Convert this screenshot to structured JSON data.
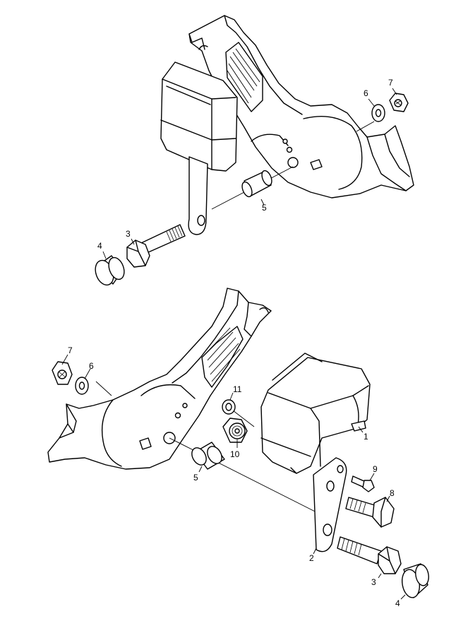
{
  "diagram": {
    "upper_assembly": {
      "callouts": [
        {
          "id": "u7",
          "label": "7"
        },
        {
          "id": "u6",
          "label": "6"
        },
        {
          "id": "u5",
          "label": "5"
        },
        {
          "id": "u3",
          "label": "3"
        },
        {
          "id": "u4",
          "label": "4"
        }
      ]
    },
    "lower_assembly": {
      "callouts": [
        {
          "id": "l7",
          "label": "7"
        },
        {
          "id": "l6",
          "label": "6"
        },
        {
          "id": "l11",
          "label": "11"
        },
        {
          "id": "l10",
          "label": "10"
        },
        {
          "id": "l1",
          "label": "1"
        },
        {
          "id": "l5",
          "label": "5"
        },
        {
          "id": "l9",
          "label": "9"
        },
        {
          "id": "l8",
          "label": "8"
        },
        {
          "id": "l2",
          "label": "2"
        },
        {
          "id": "l3",
          "label": "3"
        },
        {
          "id": "l4",
          "label": "4"
        }
      ]
    }
  }
}
